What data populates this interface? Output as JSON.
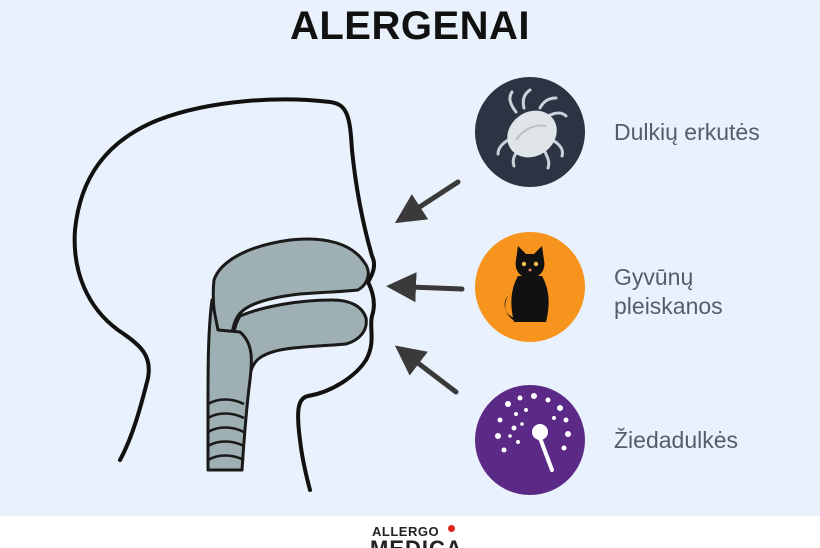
{
  "title": "ALERGENAI",
  "items": [
    {
      "label_lines": [
        "Dulkių erkutės"
      ],
      "icon": "dust-mite-icon",
      "circle_color": "#2c3444"
    },
    {
      "label_lines": [
        "Gyvūnų",
        "pleiskanos"
      ],
      "icon": "cat-icon",
      "circle_color": "#f7941e"
    },
    {
      "label_lines": [
        "Žiedadulkės"
      ],
      "icon": "pollen-icon",
      "circle_color": "#5b2a86"
    }
  ],
  "colors": {
    "background": "#e9f1fc",
    "airway_fill": "#9fb0b4",
    "outline": "#111111",
    "arrow": "#3a3a3a",
    "label": "#555d66"
  },
  "logo": {
    "top": "ALLERGO",
    "bottom": "MEDICA"
  }
}
